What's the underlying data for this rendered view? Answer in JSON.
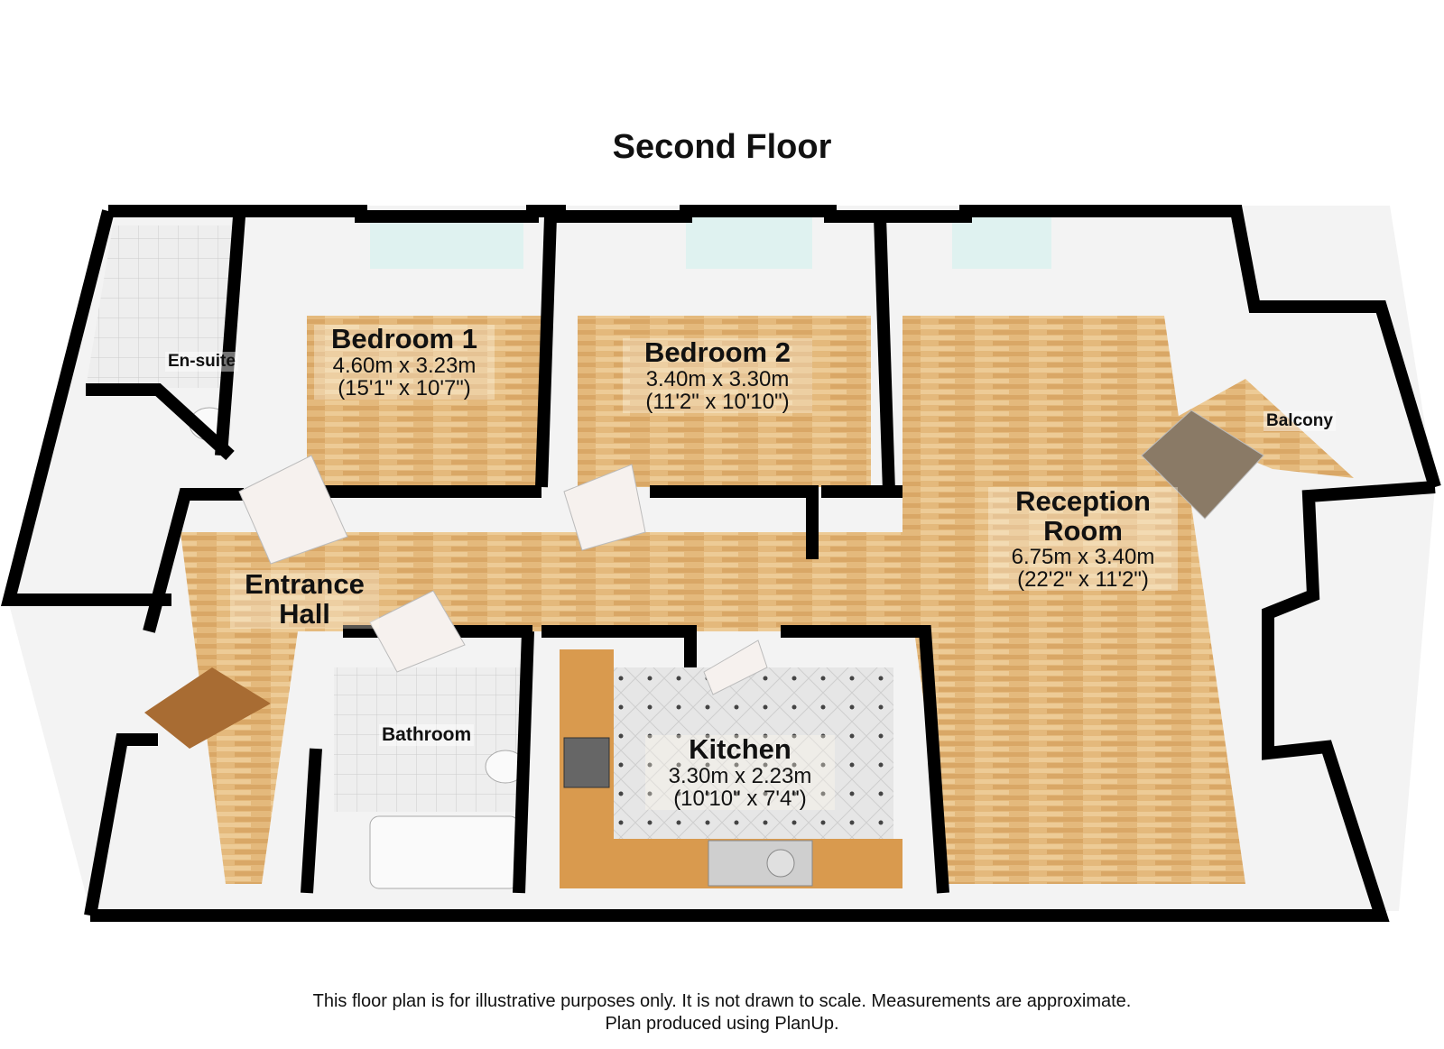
{
  "title": "Second Floor",
  "rooms": {
    "bedroom1": {
      "name": "Bedroom 1",
      "metric": "4.60m x 3.23m",
      "imperial": "(15'1\" x 10'7\")"
    },
    "bedroom2": {
      "name": "Bedroom 2",
      "metric": "3.40m x 3.30m",
      "imperial": "(11'2\" x 10'10\")"
    },
    "reception": {
      "name1": "Reception",
      "name2": "Room",
      "metric": "6.75m x 3.40m",
      "imperial": "(22'2\" x 11'2\")"
    },
    "kitchen": {
      "name": "Kitchen",
      "metric": "3.30m x 2.23m",
      "imperial": "(10'10\" x 7'4\")"
    },
    "entrance": {
      "name1": "Entrance",
      "name2": "Hall"
    },
    "bathroom": {
      "name": "Bathroom"
    },
    "ensuite": {
      "name": "En-suite"
    },
    "balcony": {
      "name": "Balcony"
    }
  },
  "colors": {
    "wall": "#000000",
    "floor_wood": "#e2b77a",
    "tile": "#d9d9d9",
    "wall_face": "#f2f2f2",
    "counter": "#d99a4e"
  },
  "footer": {
    "line1": "This floor plan is for illustrative purposes only. It is not drawn to scale. Measurements are approximate.",
    "line2": "Plan produced using PlanUp."
  }
}
